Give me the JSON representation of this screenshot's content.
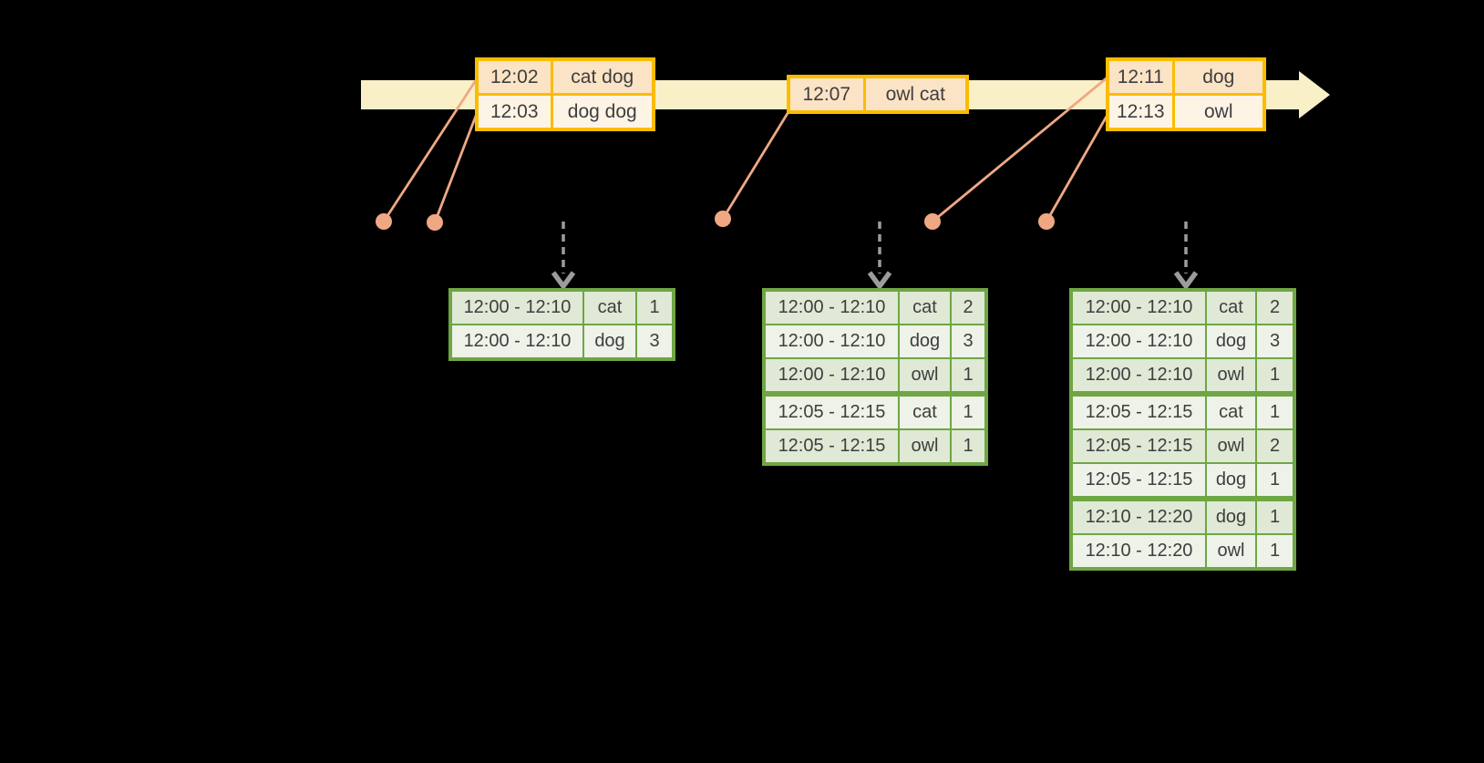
{
  "colors": {
    "background": "#000000",
    "timeline_fill": "#faf0c8",
    "event_table_border": "#fbbc00",
    "event_row_peach": "#fbe3c5",
    "event_row_cream": "#fef4e6",
    "connector_salmon": "#f0a884",
    "result_table_border": "#6fa644",
    "result_row_dark": "#dfe9d5",
    "result_row_light": "#eef2e9",
    "dashed_arrow_gray": "#9c9c9c",
    "text": "#3e3e3e"
  },
  "icons": {
    "timeline_arrowhead": "right-arrowhead",
    "dashed_arrowhead": "down-chevron",
    "event_marker": "dot"
  },
  "event_tables": [
    {
      "rows": [
        {
          "time": "12:02",
          "words": "cat dog"
        },
        {
          "time": "12:03",
          "words": "dog dog"
        }
      ]
    },
    {
      "rows": [
        {
          "time": "12:07",
          "words": "owl cat"
        }
      ]
    },
    {
      "rows": [
        {
          "time": "12:11",
          "words": "dog"
        },
        {
          "time": "12:13",
          "words": "owl"
        }
      ]
    }
  ],
  "result_tables": [
    {
      "rows": [
        {
          "window": "12:00 - 12:10",
          "word": "cat",
          "count": "1"
        },
        {
          "window": "12:00 - 12:10",
          "word": "dog",
          "count": "3"
        }
      ]
    },
    {
      "rows": [
        {
          "window": "12:00 - 12:10",
          "word": "cat",
          "count": "2"
        },
        {
          "window": "12:00 - 12:10",
          "word": "dog",
          "count": "3"
        },
        {
          "window": "12:00 - 12:10",
          "word": "owl",
          "count": "1"
        },
        {
          "window": "12:05 - 12:15",
          "word": "cat",
          "count": "1"
        },
        {
          "window": "12:05 - 12:15",
          "word": "owl",
          "count": "1"
        }
      ]
    },
    {
      "rows": [
        {
          "window": "12:00 - 12:10",
          "word": "cat",
          "count": "2"
        },
        {
          "window": "12:00 - 12:10",
          "word": "dog",
          "count": "3"
        },
        {
          "window": "12:00 - 12:10",
          "word": "owl",
          "count": "1"
        },
        {
          "window": "12:05 - 12:15",
          "word": "cat",
          "count": "1"
        },
        {
          "window": "12:05 - 12:15",
          "word": "owl",
          "count": "2"
        },
        {
          "window": "12:05 - 12:15",
          "word": "dog",
          "count": "1"
        },
        {
          "window": "12:10 - 12:20",
          "word": "dog",
          "count": "1"
        },
        {
          "window": "12:10 - 12:20",
          "word": "owl",
          "count": "1"
        }
      ]
    }
  ]
}
